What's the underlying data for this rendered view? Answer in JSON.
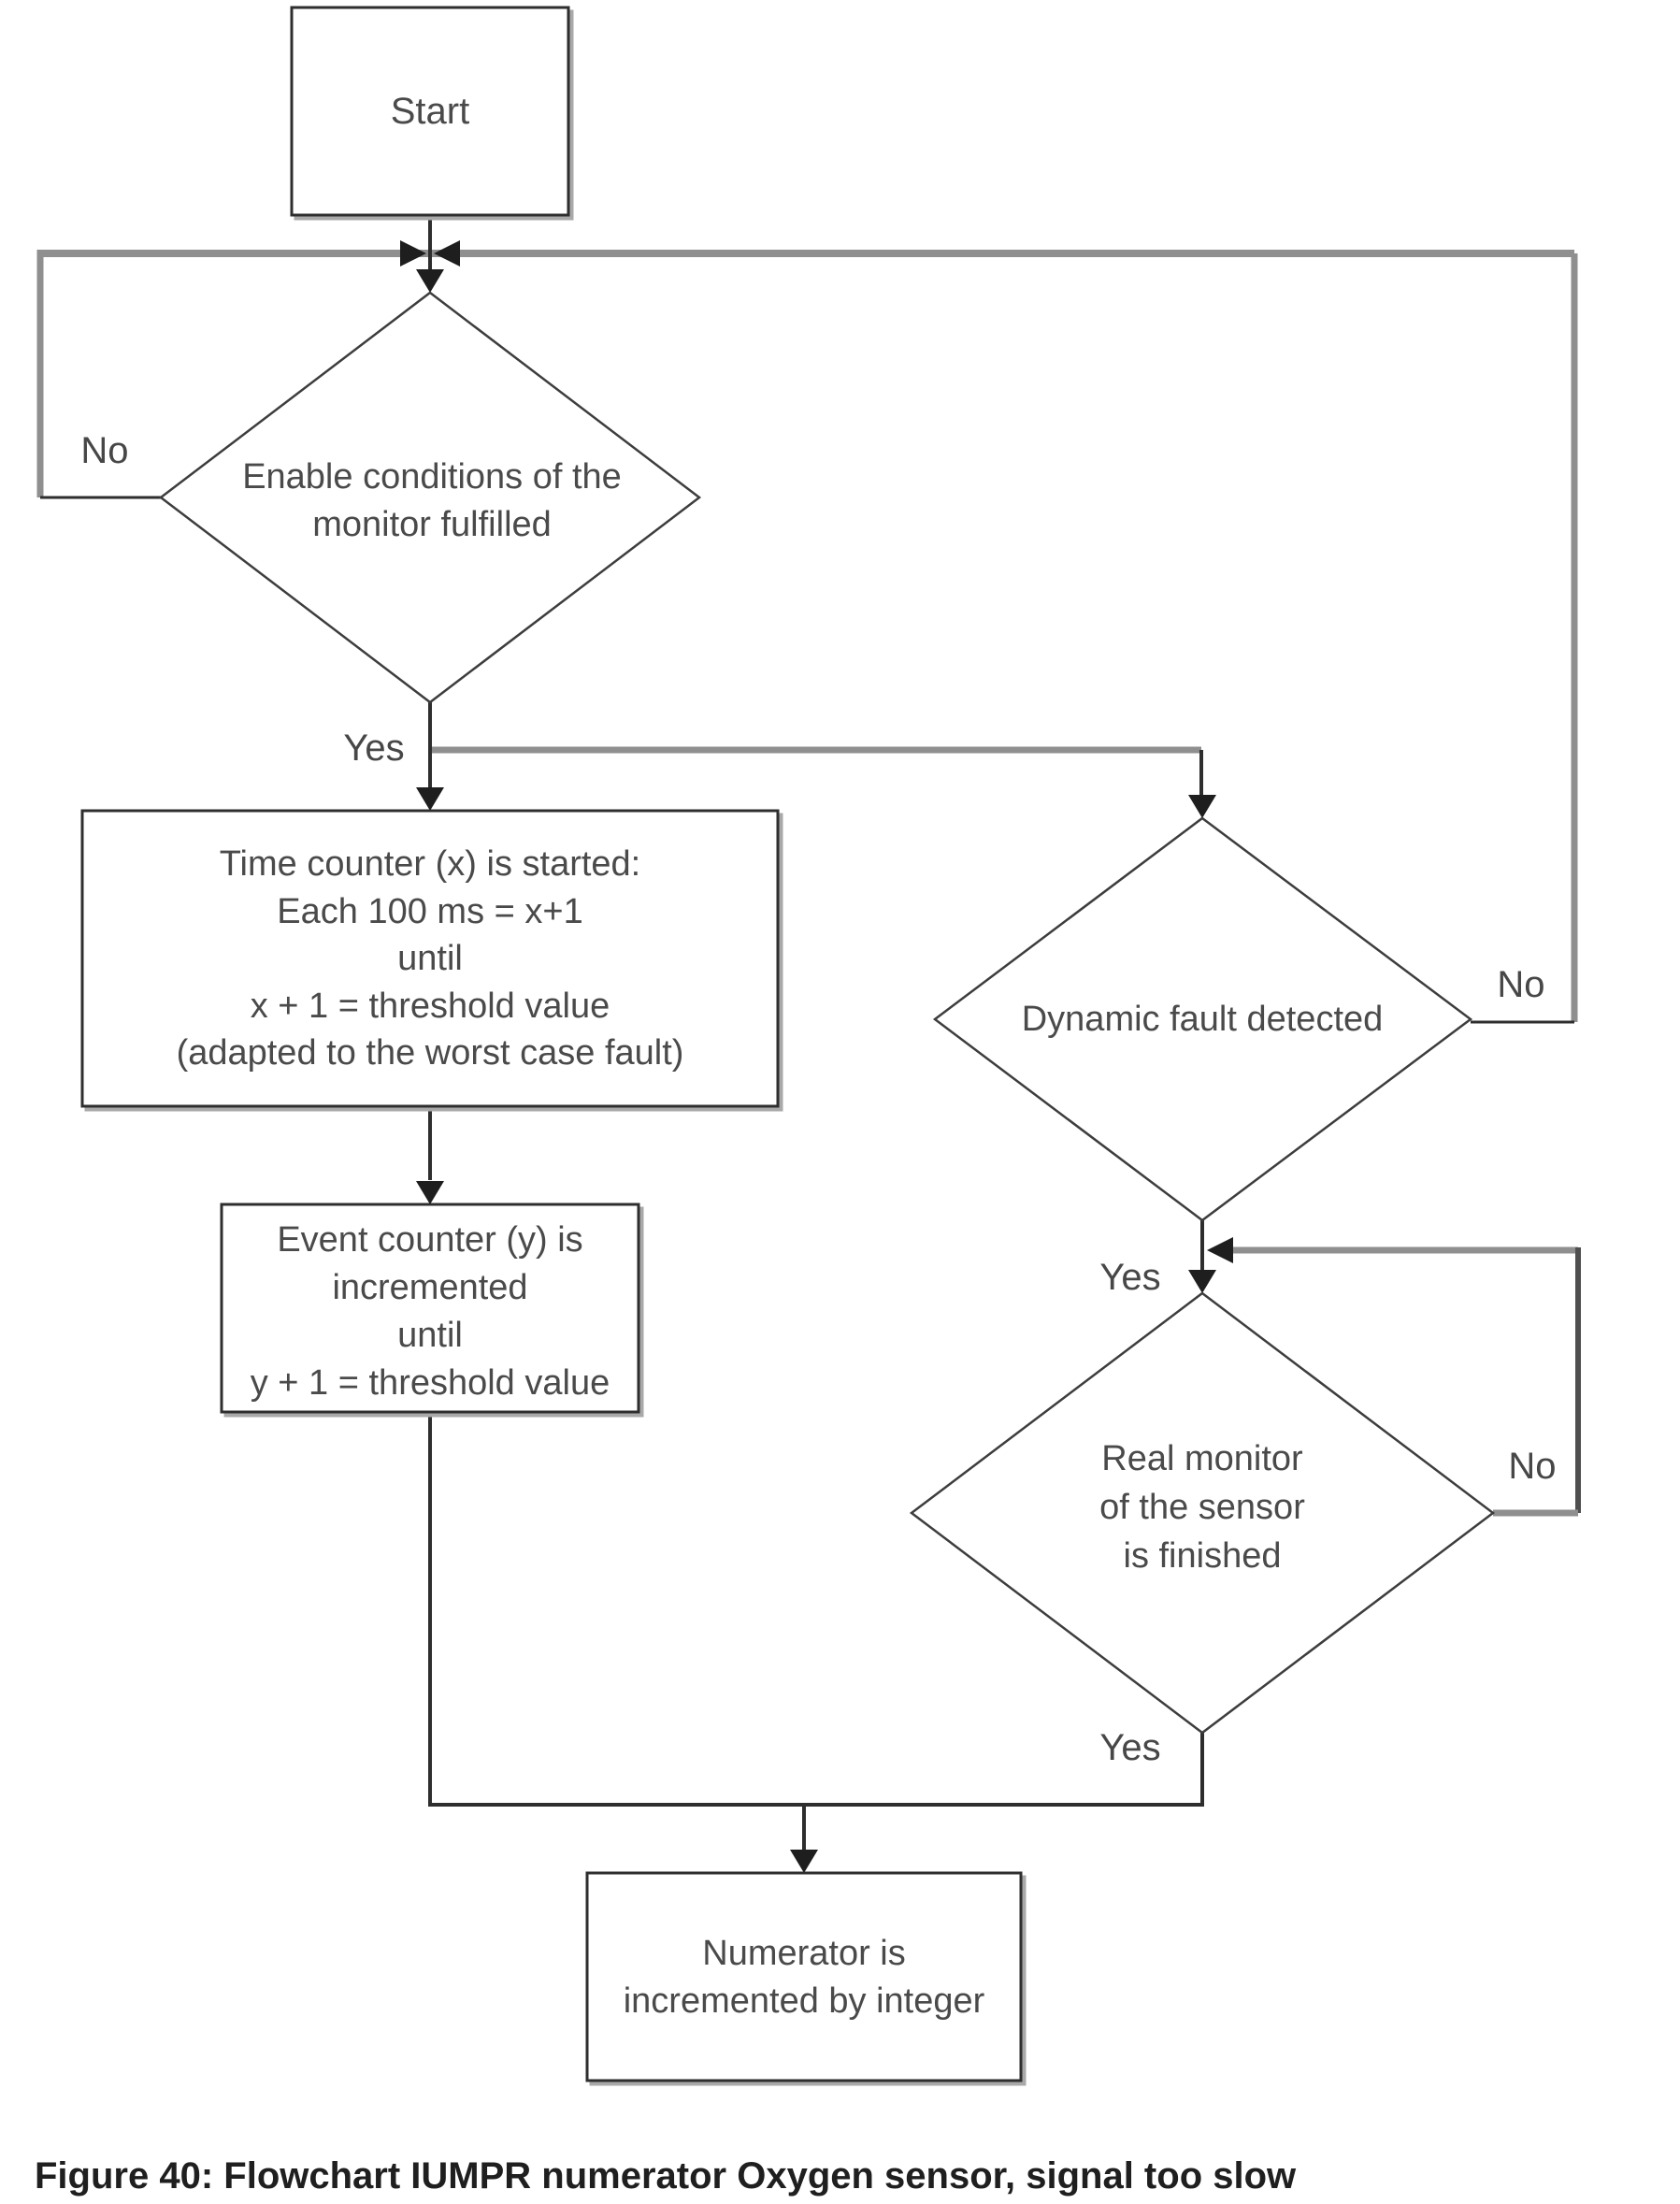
{
  "nodes": {
    "start": {
      "label": "Start"
    },
    "decision_enable": {
      "lines": [
        "Enable conditions of the",
        "monitor fulfilled"
      ]
    },
    "process_time_counter": {
      "lines": [
        "Time counter (x) is started:",
        "Each 100 ms = x+1",
        "until",
        "x + 1 = threshold value",
        "(adapted to the worst case fault)"
      ]
    },
    "process_event_counter": {
      "lines": [
        "Event counter (y) is",
        "incremented",
        "until",
        "y + 1 = threshold value"
      ]
    },
    "decision_dynamic_fault": {
      "label": "Dynamic fault detected"
    },
    "decision_real_monitor": {
      "lines": [
        "Real monitor",
        "of the sensor",
        "is finished"
      ]
    },
    "process_numerator": {
      "lines": [
        "Numerator is",
        "incremented by integer"
      ]
    }
  },
  "edge_labels": {
    "enable_no": "No",
    "enable_yes": "Yes",
    "dynamic_no": "No",
    "dynamic_yes": "Yes",
    "monitor_no": "No",
    "monitor_yes": "Yes"
  },
  "caption": "Figure 40: Flowchart IUMPR numerator Oxygen sensor, signal too slow",
  "colors": {
    "loop_line": "#8f8f8f",
    "loop_line_dark": "#4f4f4f",
    "connector_line": "#2e2e2e",
    "shape_border": "#2e2e2e",
    "shape_fill": "#ffffff",
    "node_text": "#4a4a4a",
    "caption_text": "#1f1f1f",
    "shadow": "#a9a9a9",
    "background": "#ffffff"
  }
}
